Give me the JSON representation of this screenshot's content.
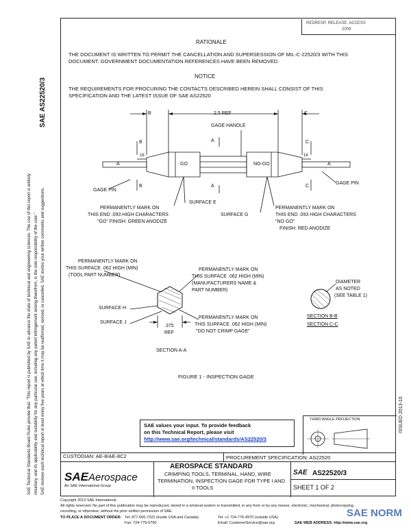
{
  "header": {
    "rev_line1": "REDRESP. RELEASE: ACCESS",
    "rev_line2": "2009"
  },
  "left_margin": {
    "designator": "AS22520/3",
    "disclaimer_line1": "SAE Technical Standards Board Rules provide that: \"This report is published by SAE to advance the state of technical and engineering sciences. The use of this report is entirely",
    "disclaimer_line2": "voluntary, and its applicability and suitability for any particular use, including any patent infringement arising therefrom, is the sole responsibility of the user.\"",
    "disclaimer_line3": "SAE reviews each technical report at least every five years at which time it may be reaffirmed, revised, or cancelled. SAE invites your written comments and suggestions."
  },
  "right_margin": {
    "code": "ISSUED 2013-10"
  },
  "rationale": {
    "heading": "RATIONALE",
    "line1": "THE DOCUMENT IS WRITTEN TO PERMIT THE CANCELLATION AND SUPERSESSION OF MIL-C-22520/3 WITH THIS",
    "line2": "DOCUMENT. GOVERNMENT DOCUMENTATION REFERENCES HAVE BEEN REMOVED."
  },
  "notice": {
    "heading": "NOTICE",
    "line1": "THE REQUIREMENTS FOR PROCURING THE CONTACTS DESCRIBED HEREIN SHALL CONSIST OF THIS",
    "line2": "SPECIFICATION AND THE LATEST ISSUE OF SAE AS22520"
  },
  "drawing": {
    "dim_ref": "2.5 REF",
    "label_b": "B",
    "label_c": "C",
    "label_a": "A",
    "gage_handle": "GAGE HANDLE",
    "go": "GO",
    "no_go": "NO-GO",
    "tol": "16",
    "gage_pin": "GAGE PIN",
    "surface_e": "SURFACE E",
    "surface_g": "SURFACE G",
    "mark_go_1": "PERMANENTLY MARK ON",
    "mark_go_2": "THIS END .093 HIGH CHARACTERS",
    "mark_go_3": "\"GO\" FINISH: GREEN ANODIZE",
    "mark_nogo_1": "PERMANENTLY MARK ON",
    "mark_nogo_2": "THIS END .093 HIGH CHARACTERS",
    "mark_nogo_3": "\"NO GO\"",
    "mark_nogo_4": "FINISH: RED ANODIZE",
    "tool_1": "PERMANENTLY MARK ON",
    "tool_2": "THIS SURFACE .062 HIGH (MIN)",
    "tool_3": "(TOOL PART NUMBER)",
    "mfr_1": "PERMANENTLY MARK ON",
    "mfr_2": "THIS SURFACE .062 HIGH (MIN)",
    "mfr_3": "(MANUFACTURERS NAME &",
    "mfr_4": "PART NUMBER)",
    "surface_h": "SURFACE H",
    "surface_j": "SURFACE J",
    "crimp_1": "PERMANENTLY MARK ON",
    "crimp_2": "THIS SURFACE .062 HIGH (MIN)",
    "crimp_3": "\"DO NOT CRIMP GAGE\"",
    "dim_375": ".375",
    "ref": "REF",
    "section_aa": "SECTION A-A",
    "diam_1": "DIAMETER",
    "diam_2": "AS NOTED",
    "diam_3": "(SEE TABLE 1)",
    "section_bb": "SECTION B-B",
    "section_cc": "SECTION C-C",
    "figure_caption": "FIGURE 1 - INSPECTION GAGE",
    "projection": "THIRD ANGLE PROJECTION"
  },
  "feedback": {
    "line1": "SAE values your input. To provide feedback",
    "line2": "on this Technical Report, please visit",
    "link": "http://www.sae.org/technical/standards/AS22520/3"
  },
  "title_block": {
    "custodian": "CUSTODIAN: AE-8/AE-8C2",
    "procurement": "PROCUREMENT SPECIFICATION: AS22520",
    "logo_sae": "SAE",
    "logo_aero": "Aerospace",
    "logo_sub": "An SAE International Group",
    "standard": "AEROSPACE STANDARD",
    "title1": "CRIMPING TOOLS, TERMINAL, HAND, WIRE",
    "title2": "TERMINATION, INSPECTION GAGE FOR TYPE I AND",
    "title3": "II TOOLS",
    "sae_small": "SAE",
    "doc_no": "AS22520/3",
    "sheet": "SHEET 1 OF 2"
  },
  "footer": {
    "copyright": "Copyright 2013 SAE International",
    "rights1": "All rights reserved. No part of this publication may be reproduced, stored in a retrieval system or transmitted, in any form or by any means, electronic, mechanical, photocopying,",
    "rights2": "recording, or otherwise, without the prior written permission of SAE.",
    "order": "TO PLACE A DOCUMENT ORDER:",
    "tel1": "Tel: 877-606-7323 (inside USA and Canada)",
    "fax1": "Fax: 724-776-0790",
    "tel2": "Tel: +1 724-776-4970 (outside USA)",
    "email": "Email: CustomerService@sae.org",
    "web": "SAE WEB ADDRESS: http://www.sae.org",
    "watermark": "SAE NORM"
  }
}
